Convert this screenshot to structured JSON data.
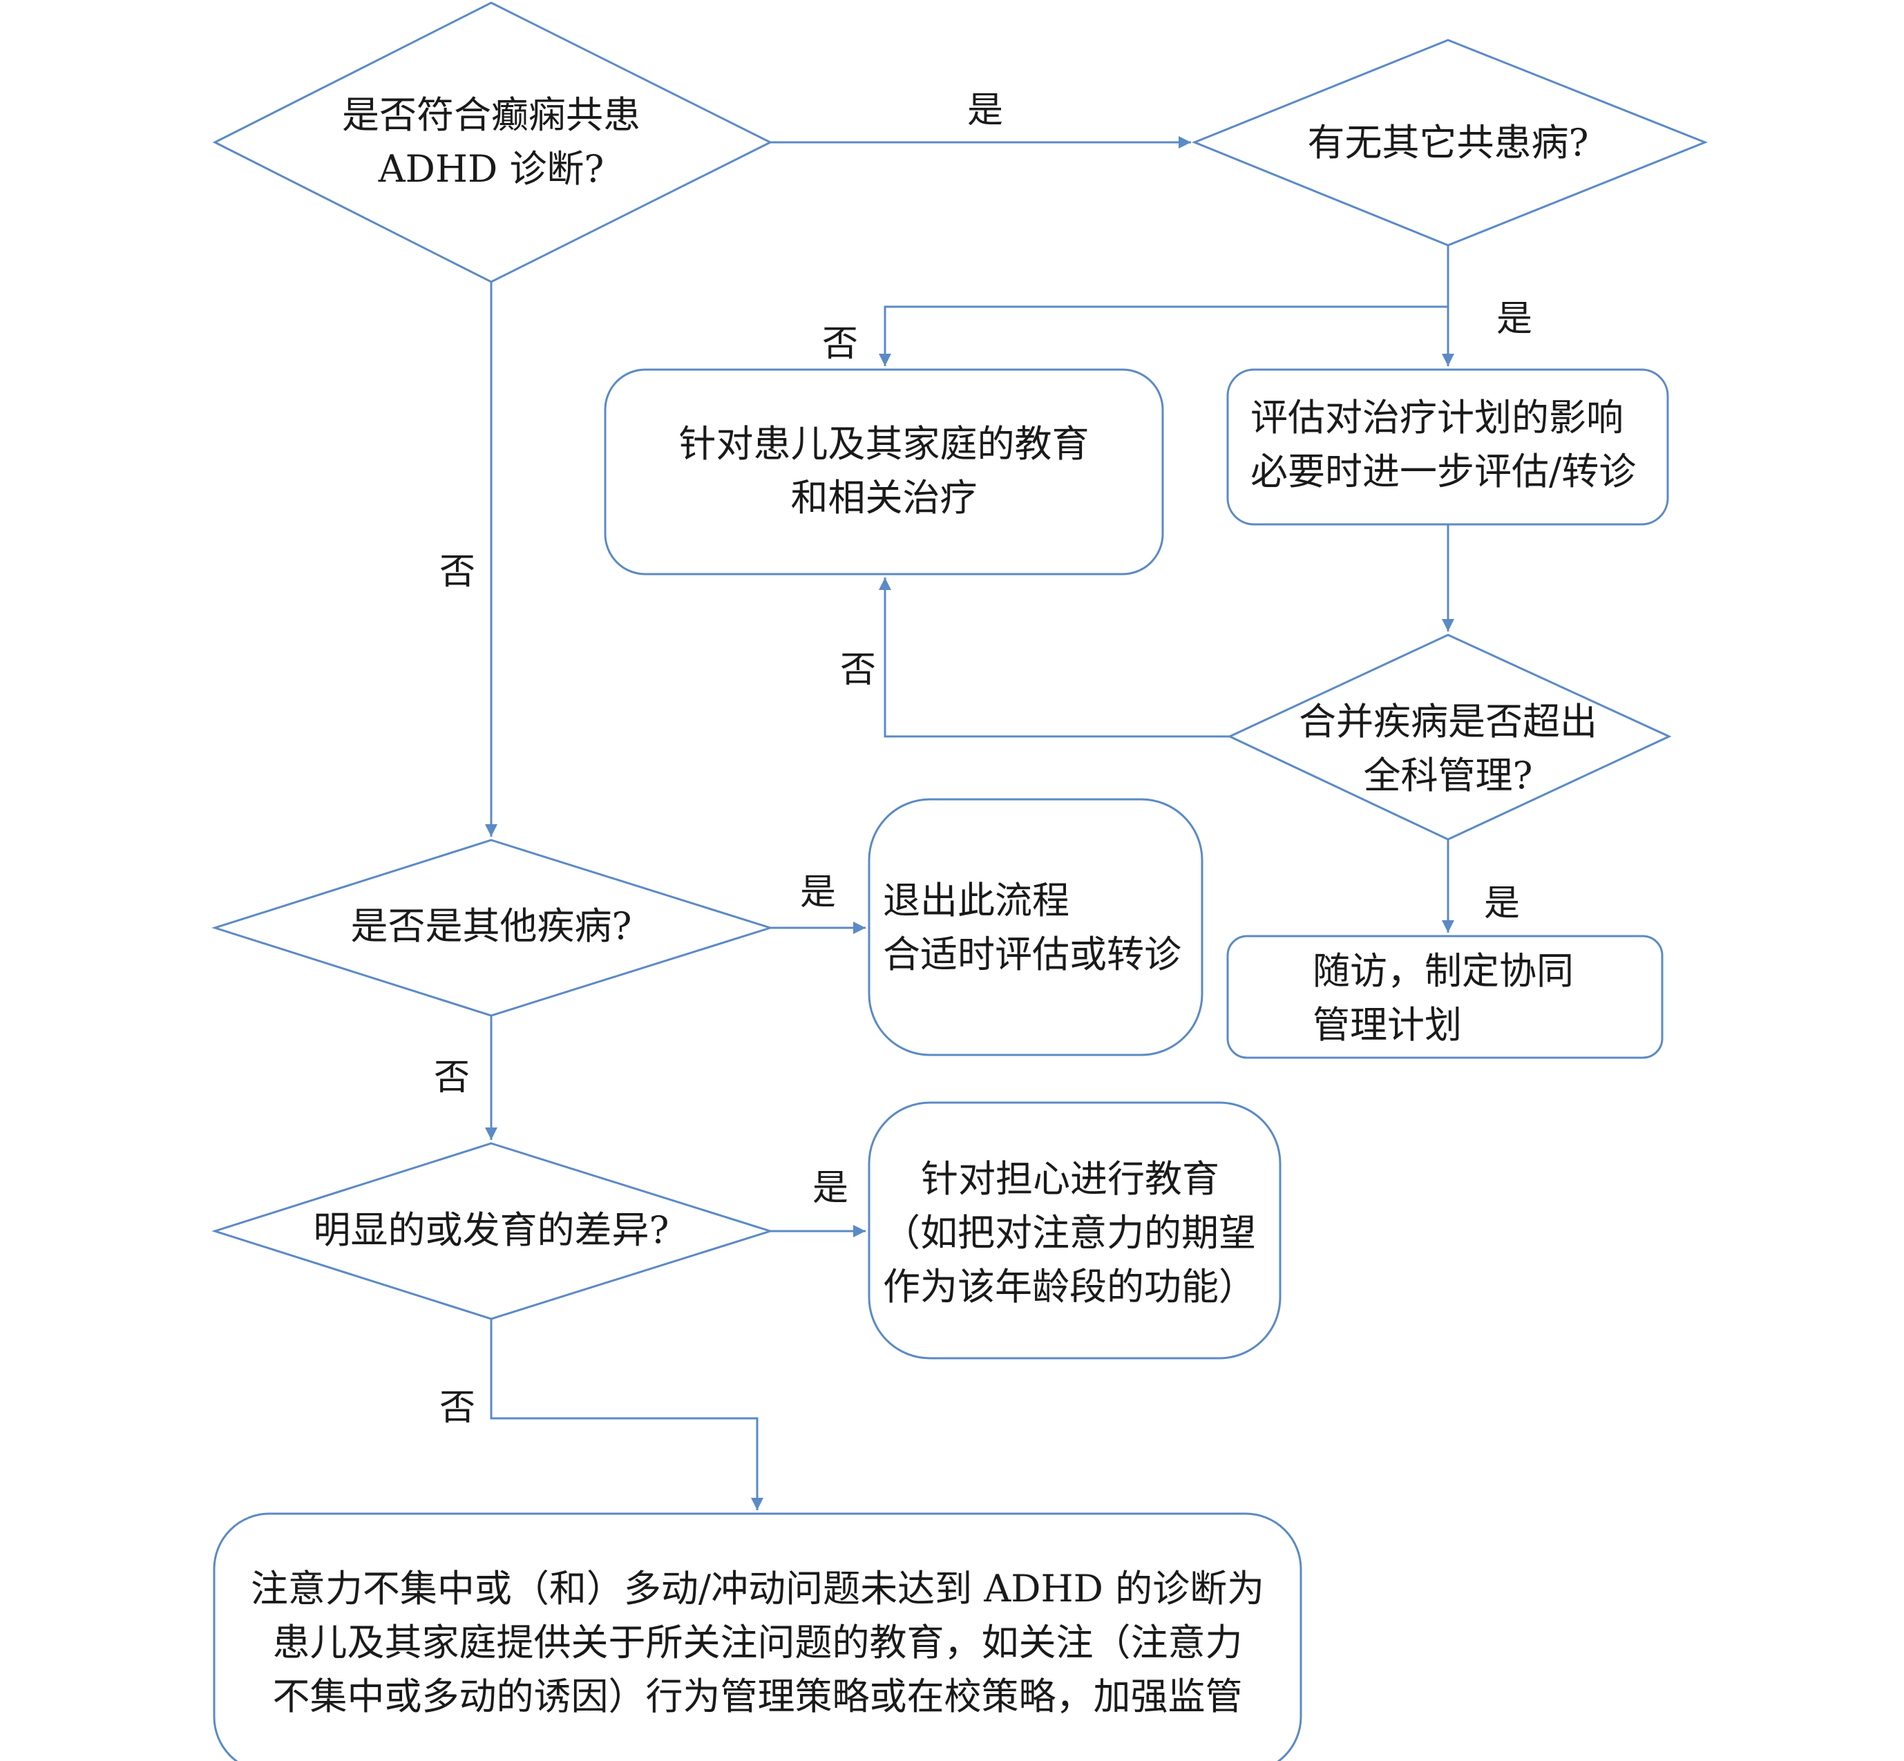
{
  "colors": {
    "stroke": "#5b8ac6",
    "text": "#1a1a1a",
    "background": "#ffffff"
  },
  "nodes": {
    "q_epilepsy_adhd": {
      "lines": [
        "是否符合癫痫共患",
        "ADHD 诊断?"
      ]
    },
    "q_other_comorbid": {
      "lines": [
        "有无其它共患病?"
      ]
    },
    "box_education_treatment": {
      "lines": [
        "针对患儿及其家庭的教育",
        "和相关治疗"
      ]
    },
    "box_assess_impact": {
      "lines": [
        "评估对治疗计划的影响",
        "必要时进一步评估/转诊"
      ]
    },
    "q_beyond_gp": {
      "lines": [
        "合并疾病是否超出",
        "全科管理?"
      ]
    },
    "box_followup": {
      "lines": [
        "随访，制定协同",
        "管理计划"
      ]
    },
    "q_other_disease": {
      "lines": [
        "是否是其他疾病?"
      ]
    },
    "box_exit": {
      "lines": [
        "退出此流程",
        "合适时评估或转诊"
      ]
    },
    "q_developmental_diff": {
      "lines": [
        "明显的或发育的差异?"
      ]
    },
    "box_worry_education": {
      "lines": [
        "针对担心进行教育",
        "（如把对注意力的期望",
        "作为该年龄段的功能）"
      ]
    },
    "box_subthreshold": {
      "lines": [
        "注意力不集中或（和）多动/冲动问题未达到 ADHD 的诊断为",
        "患儿及其家庭提供关于所关注问题的教育，如关注（注意力",
        "不集中或多动的诱因）行为管理策略或在校策略，加强监管"
      ]
    }
  },
  "edge_labels": {
    "yes_to_other_comorbid": "是",
    "yes_comorbid_present": "是",
    "no_comorbid_absent": "否",
    "no_not_epilepsy_adhd": "否",
    "no_not_beyond_gp": "否",
    "yes_beyond_gp": "是",
    "yes_other_disease": "是",
    "no_other_disease": "否",
    "yes_developmental": "是",
    "no_developmental": "否"
  }
}
